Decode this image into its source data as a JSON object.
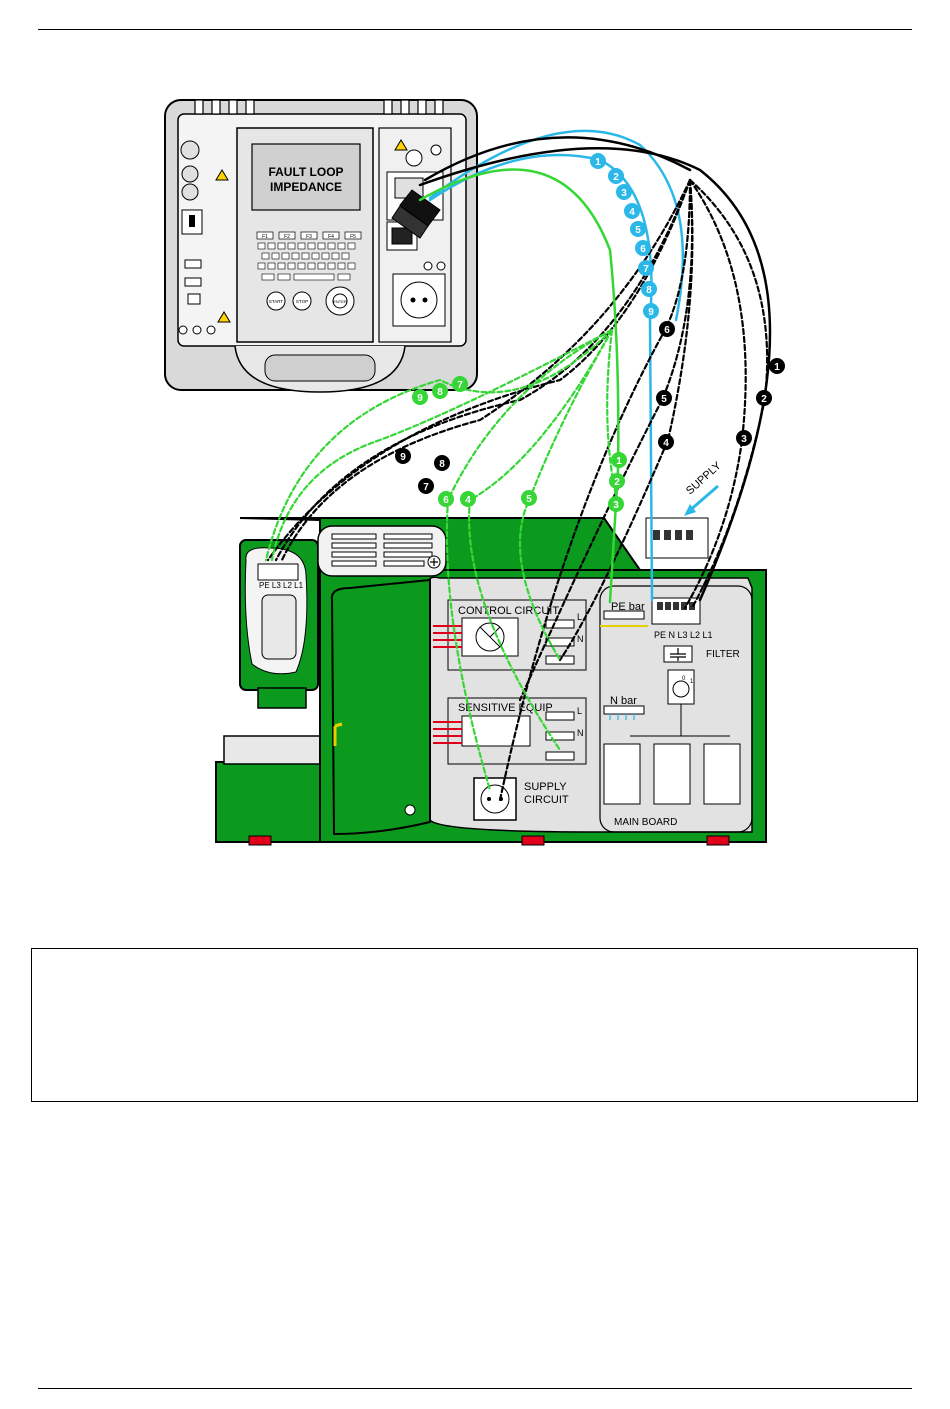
{
  "screen": {
    "title_line1": "FAULT LOOP",
    "title_line2": "IMPEDANCE",
    "fkeys": [
      "F1",
      "F2",
      "F3",
      "F4",
      "F5"
    ],
    "buttons": [
      "START",
      "STOP",
      "ENTER"
    ]
  },
  "labels": {
    "supply": "SUPPLY",
    "pe_bar": "PE bar",
    "n_bar": "N bar",
    "terminals": "PE N L3 L2 L1",
    "motor_terminals": "PE L3 L2 L1",
    "filter": "FILTER",
    "control_circuit": "CONTROL CIRCUIT",
    "sensitive_equip": "SENSITIVE EQUIP",
    "supply_circuit_1": "SUPPLY",
    "supply_circuit_2": "CIRCUIT",
    "main_board": "MAIN BOARD",
    "l": "L",
    "n": "N",
    "switch_0": "0",
    "switch_1": "1"
  },
  "markers": {
    "blue": [
      "1",
      "2",
      "3",
      "4",
      "5",
      "6",
      "7",
      "8",
      "9"
    ],
    "black": [
      "1",
      "2",
      "3",
      "4",
      "5",
      "6",
      "7",
      "8",
      "9"
    ],
    "green": [
      "1",
      "2",
      "3",
      "4",
      "5",
      "6",
      "7",
      "8",
      "9"
    ]
  },
  "colors": {
    "cabinet_green": "#0b9a1e",
    "cable_blue": "#2bb8e8",
    "cable_green": "#35d635",
    "cable_black": "#000000",
    "panel_grey": "#e2e2e2",
    "marker_red": "#e0001a"
  }
}
